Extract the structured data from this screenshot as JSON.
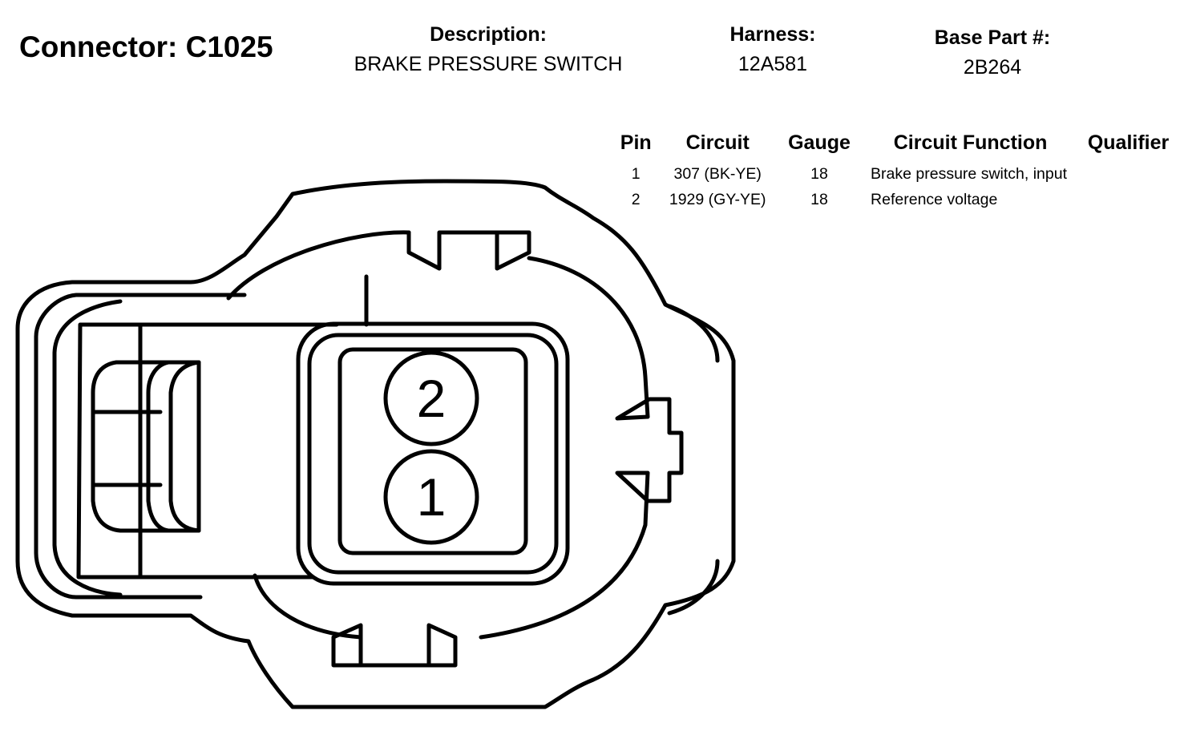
{
  "connector": {
    "title": "Connector: C1025"
  },
  "description": {
    "label": "Description:",
    "value": "BRAKE PRESSURE SWITCH"
  },
  "harness": {
    "label": "Harness:",
    "value": "12A581"
  },
  "base_part": {
    "label": "Base Part #:",
    "value": "2B264"
  },
  "table": {
    "headers": {
      "pin": "Pin",
      "circuit": "Circuit",
      "gauge": "Gauge",
      "function": "Circuit Function",
      "qualifier": "Qualifier"
    },
    "rows": [
      {
        "pin": "1",
        "circuit": "307 (BK-YE)",
        "gauge": "18",
        "function": "Brake pressure switch, input",
        "qualifier": ""
      },
      {
        "pin": "2",
        "circuit": "1929 (GY-YE)",
        "gauge": "18",
        "function": "Reference voltage",
        "qualifier": ""
      }
    ]
  },
  "diagram": {
    "pin_labels": [
      "2",
      "1"
    ]
  }
}
